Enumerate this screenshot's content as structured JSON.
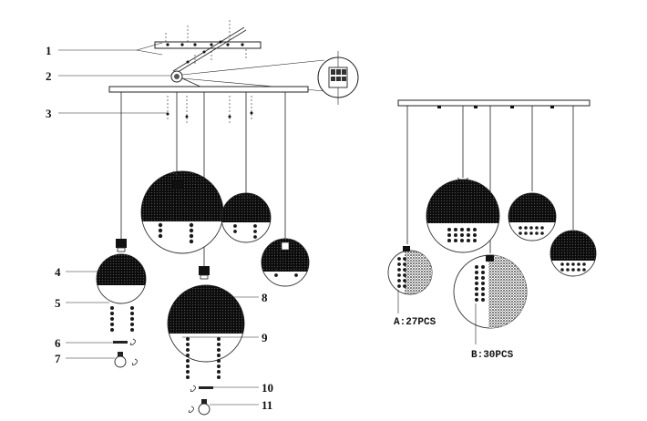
{
  "callouts": [
    {
      "id": "1",
      "label": "1"
    },
    {
      "id": "2",
      "label": "2"
    },
    {
      "id": "3",
      "label": "3"
    },
    {
      "id": "4",
      "label": "4"
    },
    {
      "id": "5",
      "label": "5"
    },
    {
      "id": "6",
      "label": "6"
    },
    {
      "id": "7",
      "label": "7"
    },
    {
      "id": "8",
      "label": "8"
    },
    {
      "id": "9",
      "label": "9"
    },
    {
      "id": "10",
      "label": "10"
    },
    {
      "id": "11",
      "label": "11"
    }
  ],
  "captions": {
    "a": "A:27PCS",
    "b": "B:30PCS"
  }
}
